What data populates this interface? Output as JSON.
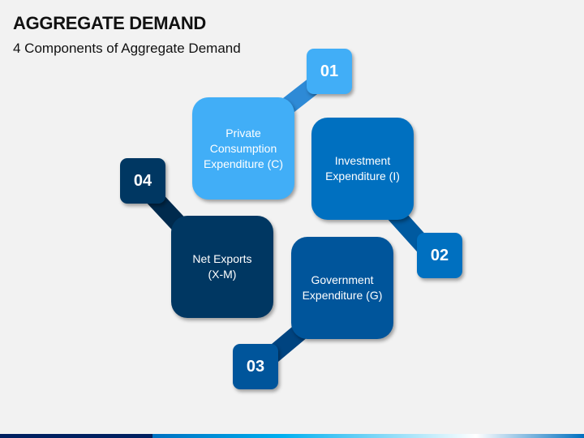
{
  "header": {
    "title": "AGGREGATE DEMAND",
    "subtitle": "4 Components of Aggregate Demand"
  },
  "components": [
    {
      "number": "01",
      "label": "Private\nConsumption\nExpenditure (C)",
      "color": "#41aef7",
      "connector": "#2e8ad6"
    },
    {
      "number": "02",
      "label": "Investment\nExpenditure (I)",
      "color": "#0070c0",
      "connector": "#005aa0"
    },
    {
      "number": "03",
      "label": "Government\nExpenditure (G)",
      "color": "#00559b",
      "connector": "#004480"
    },
    {
      "number": "04",
      "label": "Net Exports\n(X-M)",
      "color": "#003762",
      "connector": "#002a4d"
    }
  ],
  "footer_bar": {
    "left_color": "#002060",
    "gradient": [
      "#0070c0",
      "#00b0f0",
      "#ffffff",
      "#0070c0"
    ]
  }
}
